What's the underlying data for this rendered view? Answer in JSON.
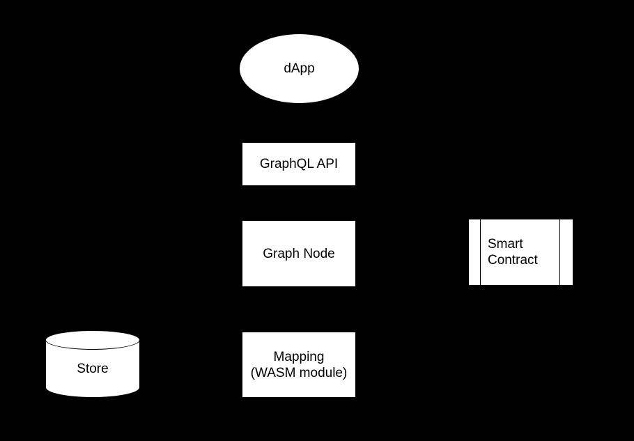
{
  "diagram": {
    "background_color": "#000000",
    "shape_fill_color": "#ffffff",
    "shape_text_color": "#000000",
    "nodes": [
      {
        "id": "dapp",
        "shape": "ellipse",
        "label": "dApp"
      },
      {
        "id": "graphql-api",
        "shape": "rectangle",
        "label": "GraphQL API"
      },
      {
        "id": "graph-node",
        "shape": "rectangle",
        "label": "Graph Node"
      },
      {
        "id": "smart-contract",
        "shape": "predefined-process",
        "label": "Smart Contract"
      },
      {
        "id": "store",
        "shape": "cylinder",
        "label": "Store"
      },
      {
        "id": "mapping",
        "shape": "rectangle",
        "label": "Mapping\n(WASM module)"
      }
    ]
  }
}
